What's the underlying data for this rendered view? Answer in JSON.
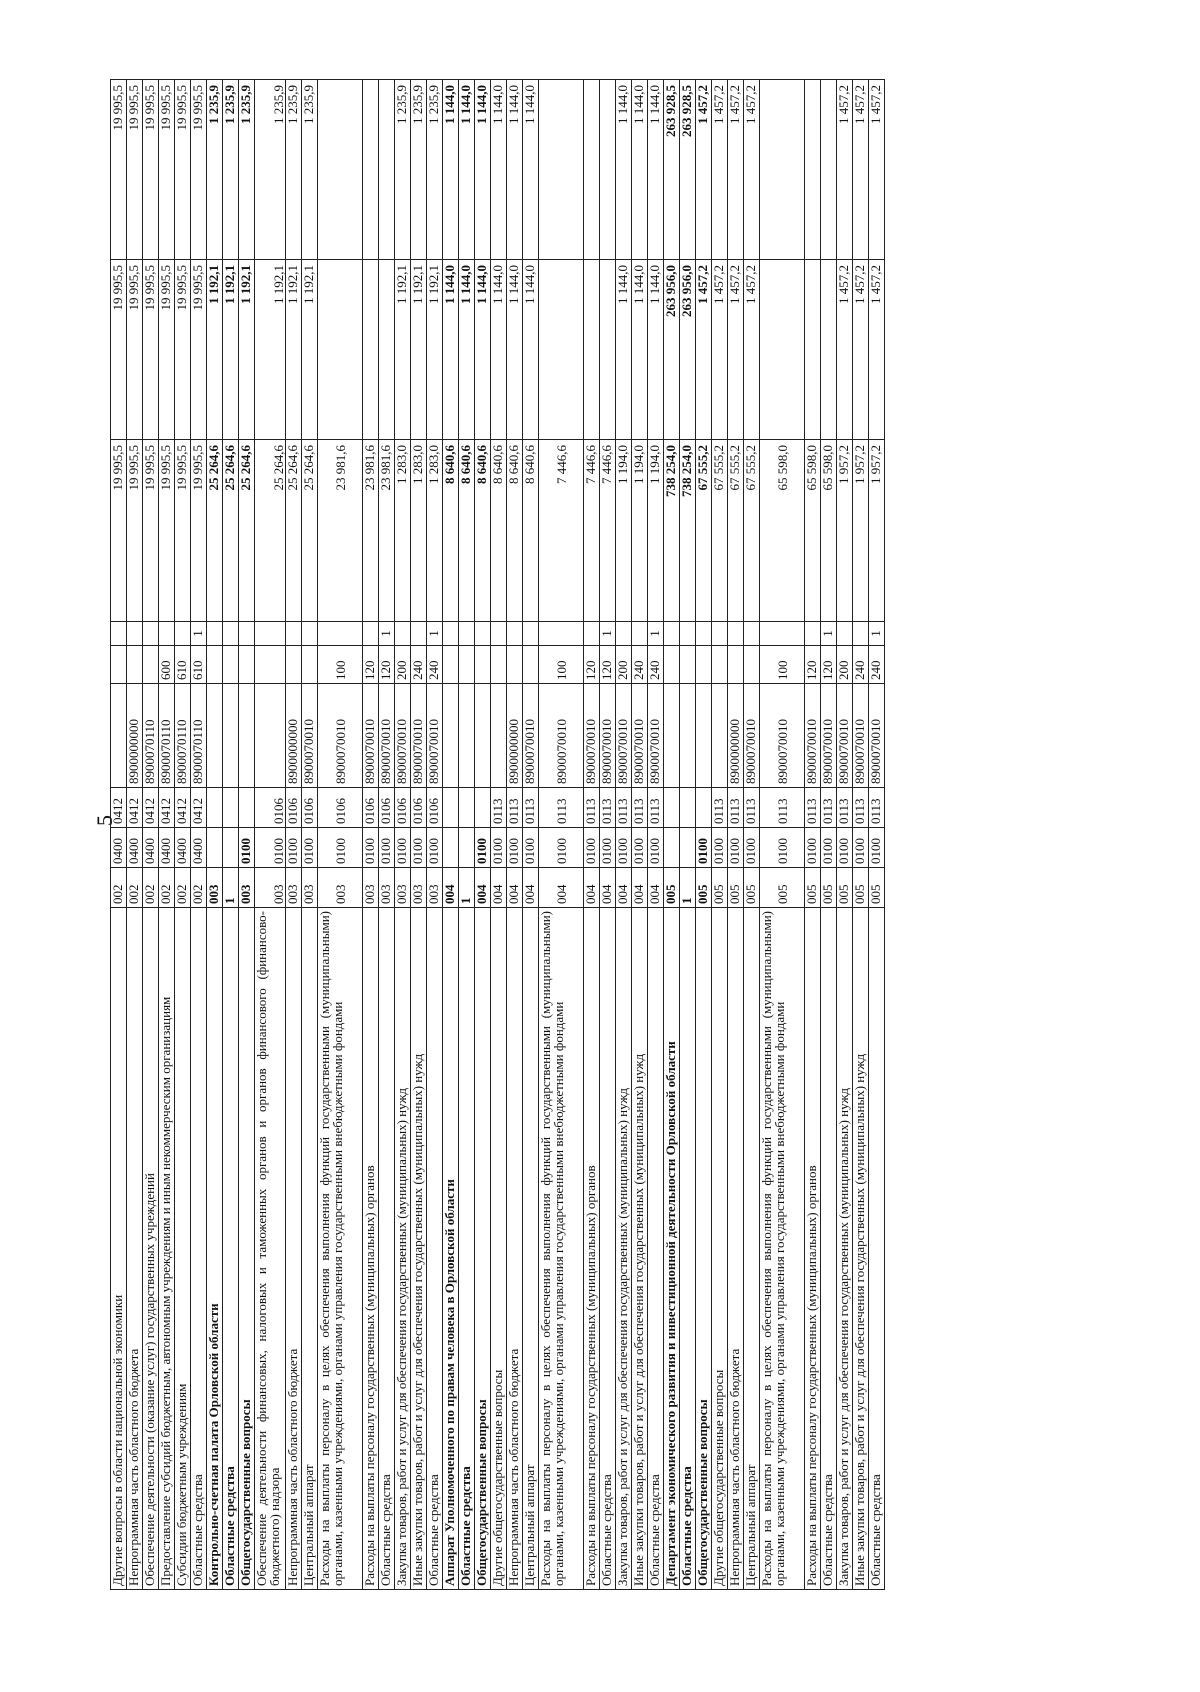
{
  "page_number": "5",
  "rows": [
    {
      "name": "Другие вопросы в области национальной экономики",
      "adm": "002",
      "rz": "0400",
      "pr": "0412",
      "csr": "",
      "vr": "",
      "extra": "",
      "s1": "19 995,5",
      "s2": "19 995,5",
      "s3": "19 995,5",
      "bold": false,
      "h": 1
    },
    {
      "name": "Непрограммная часть областного бюджета",
      "adm": "002",
      "rz": "0400",
      "pr": "0412",
      "csr": "8900000000",
      "vr": "",
      "extra": "",
      "s1": "19 995,5",
      "s2": "19 995,5",
      "s3": "19 995,5",
      "bold": false,
      "h": 1
    },
    {
      "name": "Обеспечение деятельности (оказание услуг) государственных учреждений",
      "adm": "002",
      "rz": "0400",
      "pr": "0412",
      "csr": "8900070110",
      "vr": "",
      "extra": "",
      "s1": "19 995,5",
      "s2": "19 995,5",
      "s3": "19 995,5",
      "bold": false,
      "h": 1
    },
    {
      "name": "Предоставление субсидий бюджетным, автономным учреждениям и иным некоммерческим организациям",
      "adm": "002",
      "rz": "0400",
      "pr": "0412",
      "csr": "8900070110",
      "vr": "600",
      "extra": "",
      "s1": "19 995,5",
      "s2": "19 995,5",
      "s3": "19 995,5",
      "bold": false,
      "h": 1
    },
    {
      "name": "Субсидии бюджетным учреждениям",
      "adm": "002",
      "rz": "0400",
      "pr": "0412",
      "csr": "8900070110",
      "vr": "610",
      "extra": "",
      "s1": "19 995,5",
      "s2": "19 995,5",
      "s3": "19 995,5",
      "bold": false,
      "h": 1
    },
    {
      "name": "Областные средства",
      "adm": "002",
      "rz": "0400",
      "pr": "0412",
      "csr": "8900070110",
      "vr": "610",
      "extra": "1",
      "s1": "19 995,5",
      "s2": "19 995,5",
      "s3": "19 995,5",
      "bold": false,
      "h": 1
    },
    {
      "name": "Контрольно-счетная палата Орловской области",
      "adm": "003",
      "rz": "",
      "pr": "",
      "csr": "",
      "vr": "",
      "extra": "",
      "s1": "25 264,6",
      "s2": "1 192,1",
      "s3": "1 235,9",
      "bold": true,
      "h": 1
    },
    {
      "name": "Областные средства",
      "adm": "1",
      "rz": "",
      "pr": "",
      "csr": "",
      "vr": "",
      "extra": "",
      "s1": "25 264,6",
      "s2": "1 192,1",
      "s3": "1 235,9",
      "bold": true,
      "h": 1
    },
    {
      "name": "Общегосударственные вопросы",
      "adm": "003",
      "rz": "0100",
      "pr": "",
      "csr": "",
      "vr": "",
      "extra": "",
      "s1": "25 264,6",
      "s2": "1 192,1",
      "s3": "1 235,9",
      "bold": true,
      "h": 1
    },
    {
      "name": "Обеспечение деятельности финансовых, налоговых и таможенных органов и органов финансового (финансово-бюджетного) надзора",
      "adm": "003",
      "rz": "0100",
      "pr": "0106",
      "csr": "",
      "vr": "",
      "extra": "",
      "s1": "25 264,6",
      "s2": "1 192,1",
      "s3": "1 235,9",
      "bold": false,
      "h": 2
    },
    {
      "name": "Непрограммная часть областного бюджета",
      "adm": "003",
      "rz": "0100",
      "pr": "0106",
      "csr": "8900000000",
      "vr": "",
      "extra": "",
      "s1": "25 264,6",
      "s2": "1 192,1",
      "s3": "1 235,9",
      "bold": false,
      "h": 1
    },
    {
      "name": "Центральный аппарат",
      "adm": "003",
      "rz": "0100",
      "pr": "0106",
      "csr": "8900070010",
      "vr": "",
      "extra": "",
      "s1": "25 264,6",
      "s2": "1 192,1",
      "s3": "1 235,9",
      "bold": false,
      "h": 1
    },
    {
      "name": "Расходы на выплаты персоналу в целях обеспечения выполнения функций государственными (муниципальными) органами, казенными учреждениями, органами управления государственными внебюджетными фондами",
      "adm": "003",
      "rz": "0100",
      "pr": "0106",
      "csr": "8900070010",
      "vr": "100",
      "extra": "",
      "s1": "23 981,6",
      "s2": "",
      "s3": "",
      "bold": false,
      "h": 3
    },
    {
      "name": "Расходы на выплаты персоналу государственных (муниципальных) органов",
      "adm": "003",
      "rz": "0100",
      "pr": "0106",
      "csr": "8900070010",
      "vr": "120",
      "extra": "",
      "s1": "23 981,6",
      "s2": "",
      "s3": "",
      "bold": false,
      "h": 1
    },
    {
      "name": "Областные средства",
      "adm": "003",
      "rz": "0100",
      "pr": "0106",
      "csr": "8900070010",
      "vr": "120",
      "extra": "1",
      "s1": "23 981,6",
      "s2": "",
      "s3": "",
      "bold": false,
      "h": 1
    },
    {
      "name": "Закупка товаров, работ и услуг для обеспечения государственных (муниципальных) нужд",
      "adm": "003",
      "rz": "0100",
      "pr": "0106",
      "csr": "8900070010",
      "vr": "200",
      "extra": "",
      "s1": "1 283,0",
      "s2": "1 192,1",
      "s3": "1 235,9",
      "bold": false,
      "h": 1
    },
    {
      "name": "Иные закупки товаров, работ и услуг для обеспечения государственных (муниципальных) нужд",
      "adm": "003",
      "rz": "0100",
      "pr": "0106",
      "csr": "8900070010",
      "vr": "240",
      "extra": "",
      "s1": "1 283,0",
      "s2": "1 192,1",
      "s3": "1 235,9",
      "bold": false,
      "h": 1
    },
    {
      "name": "Областные средства",
      "adm": "003",
      "rz": "0100",
      "pr": "0106",
      "csr": "8900070010",
      "vr": "240",
      "extra": "1",
      "s1": "1 283,0",
      "s2": "1 192,1",
      "s3": "1 235,9",
      "bold": false,
      "h": 1
    },
    {
      "name": "Аппарат Уполномоченного по правам человека в Орловской области",
      "adm": "004",
      "rz": "",
      "pr": "",
      "csr": "",
      "vr": "",
      "extra": "",
      "s1": "8 640,6",
      "s2": "1 144,0",
      "s3": "1 144,0",
      "bold": true,
      "h": 1
    },
    {
      "name": "Областные средства",
      "adm": "1",
      "rz": "",
      "pr": "",
      "csr": "",
      "vr": "",
      "extra": "",
      "s1": "8 640,6",
      "s2": "1 144,0",
      "s3": "1 144,0",
      "bold": true,
      "h": 1
    },
    {
      "name": "Общегосударственные вопросы",
      "adm": "004",
      "rz": "0100",
      "pr": "",
      "csr": "",
      "vr": "",
      "extra": "",
      "s1": "8 640,6",
      "s2": "1 144,0",
      "s3": "1 144,0",
      "bold": true,
      "h": 1
    },
    {
      "name": "Другие общегосударственные вопросы",
      "adm": "004",
      "rz": "0100",
      "pr": "0113",
      "csr": "",
      "vr": "",
      "extra": "",
      "s1": "8 640,6",
      "s2": "1 144,0",
      "s3": "1 144,0",
      "bold": false,
      "h": 1
    },
    {
      "name": "Непрограммная часть областного бюджета",
      "adm": "004",
      "rz": "0100",
      "pr": "0113",
      "csr": "8900000000",
      "vr": "",
      "extra": "",
      "s1": "8 640,6",
      "s2": "1 144,0",
      "s3": "1 144,0",
      "bold": false,
      "h": 1
    },
    {
      "name": "Центральный аппарат",
      "adm": "004",
      "rz": "0100",
      "pr": "0113",
      "csr": "8900070010",
      "vr": "",
      "extra": "",
      "s1": "8 640,6",
      "s2": "1 144,0",
      "s3": "1 144,0",
      "bold": false,
      "h": 1
    },
    {
      "name": "Расходы на выплаты персоналу в целях обеспечения выполнения функций государственными (муниципальными) органами, казенными учреждениями, органами управления государственными внебюджетными фондами",
      "adm": "004",
      "rz": "0100",
      "pr": "0113",
      "csr": "8900070010",
      "vr": "100",
      "extra": "",
      "s1": "7 446,6",
      "s2": "",
      "s3": "",
      "bold": false,
      "h": 3
    },
    {
      "name": "Расходы на выплаты персоналу государственных (муниципальных) органов",
      "adm": "004",
      "rz": "0100",
      "pr": "0113",
      "csr": "8900070010",
      "vr": "120",
      "extra": "",
      "s1": "7 446,6",
      "s2": "",
      "s3": "",
      "bold": false,
      "h": 1
    },
    {
      "name": "Областные средства",
      "adm": "004",
      "rz": "0100",
      "pr": "0113",
      "csr": "8900070010",
      "vr": "120",
      "extra": "1",
      "s1": "7 446,6",
      "s2": "",
      "s3": "",
      "bold": false,
      "h": 1
    },
    {
      "name": "Закупка товаров, работ и услуг для обеспечения государственных (муниципальных) нужд",
      "adm": "004",
      "rz": "0100",
      "pr": "0113",
      "csr": "8900070010",
      "vr": "200",
      "extra": "",
      "s1": "1 194,0",
      "s2": "1 144,0",
      "s3": "1 144,0",
      "bold": false,
      "h": 1
    },
    {
      "name": "Иные закупки товаров, работ и услуг для обеспечения государственных (муниципальных) нужд",
      "adm": "004",
      "rz": "0100",
      "pr": "0113",
      "csr": "8900070010",
      "vr": "240",
      "extra": "",
      "s1": "1 194,0",
      "s2": "1 144,0",
      "s3": "1 144,0",
      "bold": false,
      "h": 1
    },
    {
      "name": "Областные средства",
      "adm": "004",
      "rz": "0100",
      "pr": "0113",
      "csr": "8900070010",
      "vr": "240",
      "extra": "1",
      "s1": "1 194,0",
      "s2": "1 144,0",
      "s3": "1 144,0",
      "bold": false,
      "h": 1
    },
    {
      "name": "Департамент экономического развития и инвестиционной деятельности Орловской области",
      "adm": "005",
      "rz": "",
      "pr": "",
      "csr": "",
      "vr": "",
      "extra": "",
      "s1": "738 254,0",
      "s2": "263 956,0",
      "s3": "263 928,5",
      "bold": true,
      "h": 1
    },
    {
      "name": "Областные средства",
      "adm": "1",
      "rz": "",
      "pr": "",
      "csr": "",
      "vr": "",
      "extra": "",
      "s1": "738 254,0",
      "s2": "263 956,0",
      "s3": "263 928,5",
      "bold": true,
      "h": 1
    },
    {
      "name": "Общегосударственные вопросы",
      "adm": "005",
      "rz": "0100",
      "pr": "",
      "csr": "",
      "vr": "",
      "extra": "",
      "s1": "67 555,2",
      "s2": "1 457,2",
      "s3": "1 457,2",
      "bold": true,
      "h": 1
    },
    {
      "name": "Другие общегосударственные вопросы",
      "adm": "005",
      "rz": "0100",
      "pr": "0113",
      "csr": "",
      "vr": "",
      "extra": "",
      "s1": "67 555,2",
      "s2": "1 457,2",
      "s3": "1 457,2",
      "bold": false,
      "h": 1
    },
    {
      "name": "Непрограммная часть областного бюджета",
      "adm": "005",
      "rz": "0100",
      "pr": "0113",
      "csr": "8900000000",
      "vr": "",
      "extra": "",
      "s1": "67 555,2",
      "s2": "1 457,2",
      "s3": "1 457,2",
      "bold": false,
      "h": 1
    },
    {
      "name": "Центральный аппарат",
      "adm": "005",
      "rz": "0100",
      "pr": "0113",
      "csr": "8900070010",
      "vr": "",
      "extra": "",
      "s1": "67 555,2",
      "s2": "1 457,2",
      "s3": "1 457,2",
      "bold": false,
      "h": 1
    },
    {
      "name": "Расходы на выплаты персоналу в целях обеспечения выполнения функций государственными (муниципальными) органами, казенными учреждениями, органами управления государственными внебюджетными фондами",
      "adm": "005",
      "rz": "0100",
      "pr": "0113",
      "csr": "8900070010",
      "vr": "100",
      "extra": "",
      "s1": "65 598,0",
      "s2": "",
      "s3": "",
      "bold": false,
      "h": 3
    },
    {
      "name": "Расходы на выплаты персоналу государственных (муниципальных) органов",
      "adm": "005",
      "rz": "0100",
      "pr": "0113",
      "csr": "8900070010",
      "vr": "120",
      "extra": "",
      "s1": "65 598,0",
      "s2": "",
      "s3": "",
      "bold": false,
      "h": 1
    },
    {
      "name": "Областные средства",
      "adm": "005",
      "rz": "0100",
      "pr": "0113",
      "csr": "8900070010",
      "vr": "120",
      "extra": "1",
      "s1": "65 598,0",
      "s2": "",
      "s3": "",
      "bold": false,
      "h": 1
    },
    {
      "name": "Закупка товаров, работ и услуг для обеспечения государственных (муниципальных) нужд",
      "adm": "005",
      "rz": "0100",
      "pr": "0113",
      "csr": "8900070010",
      "vr": "200",
      "extra": "",
      "s1": "1 957,2",
      "s2": "1 457,2",
      "s3": "1 457,2",
      "bold": false,
      "h": 1
    },
    {
      "name": "Иные закупки товаров, работ и услуг для обеспечения государственных (муниципальных) нужд",
      "adm": "005",
      "rz": "0100",
      "pr": "0113",
      "csr": "8900070010",
      "vr": "240",
      "extra": "",
      "s1": "1 957,2",
      "s2": "1 457,2",
      "s3": "1 457,2",
      "bold": false,
      "h": 1
    },
    {
      "name": "Областные средства",
      "adm": "005",
      "rz": "0100",
      "pr": "0113",
      "csr": "8900070010",
      "vr": "240",
      "extra": "1",
      "s1": "1 957,2",
      "s2": "1 457,2",
      "s3": "1 457,2",
      "bold": false,
      "h": 1
    }
  ]
}
